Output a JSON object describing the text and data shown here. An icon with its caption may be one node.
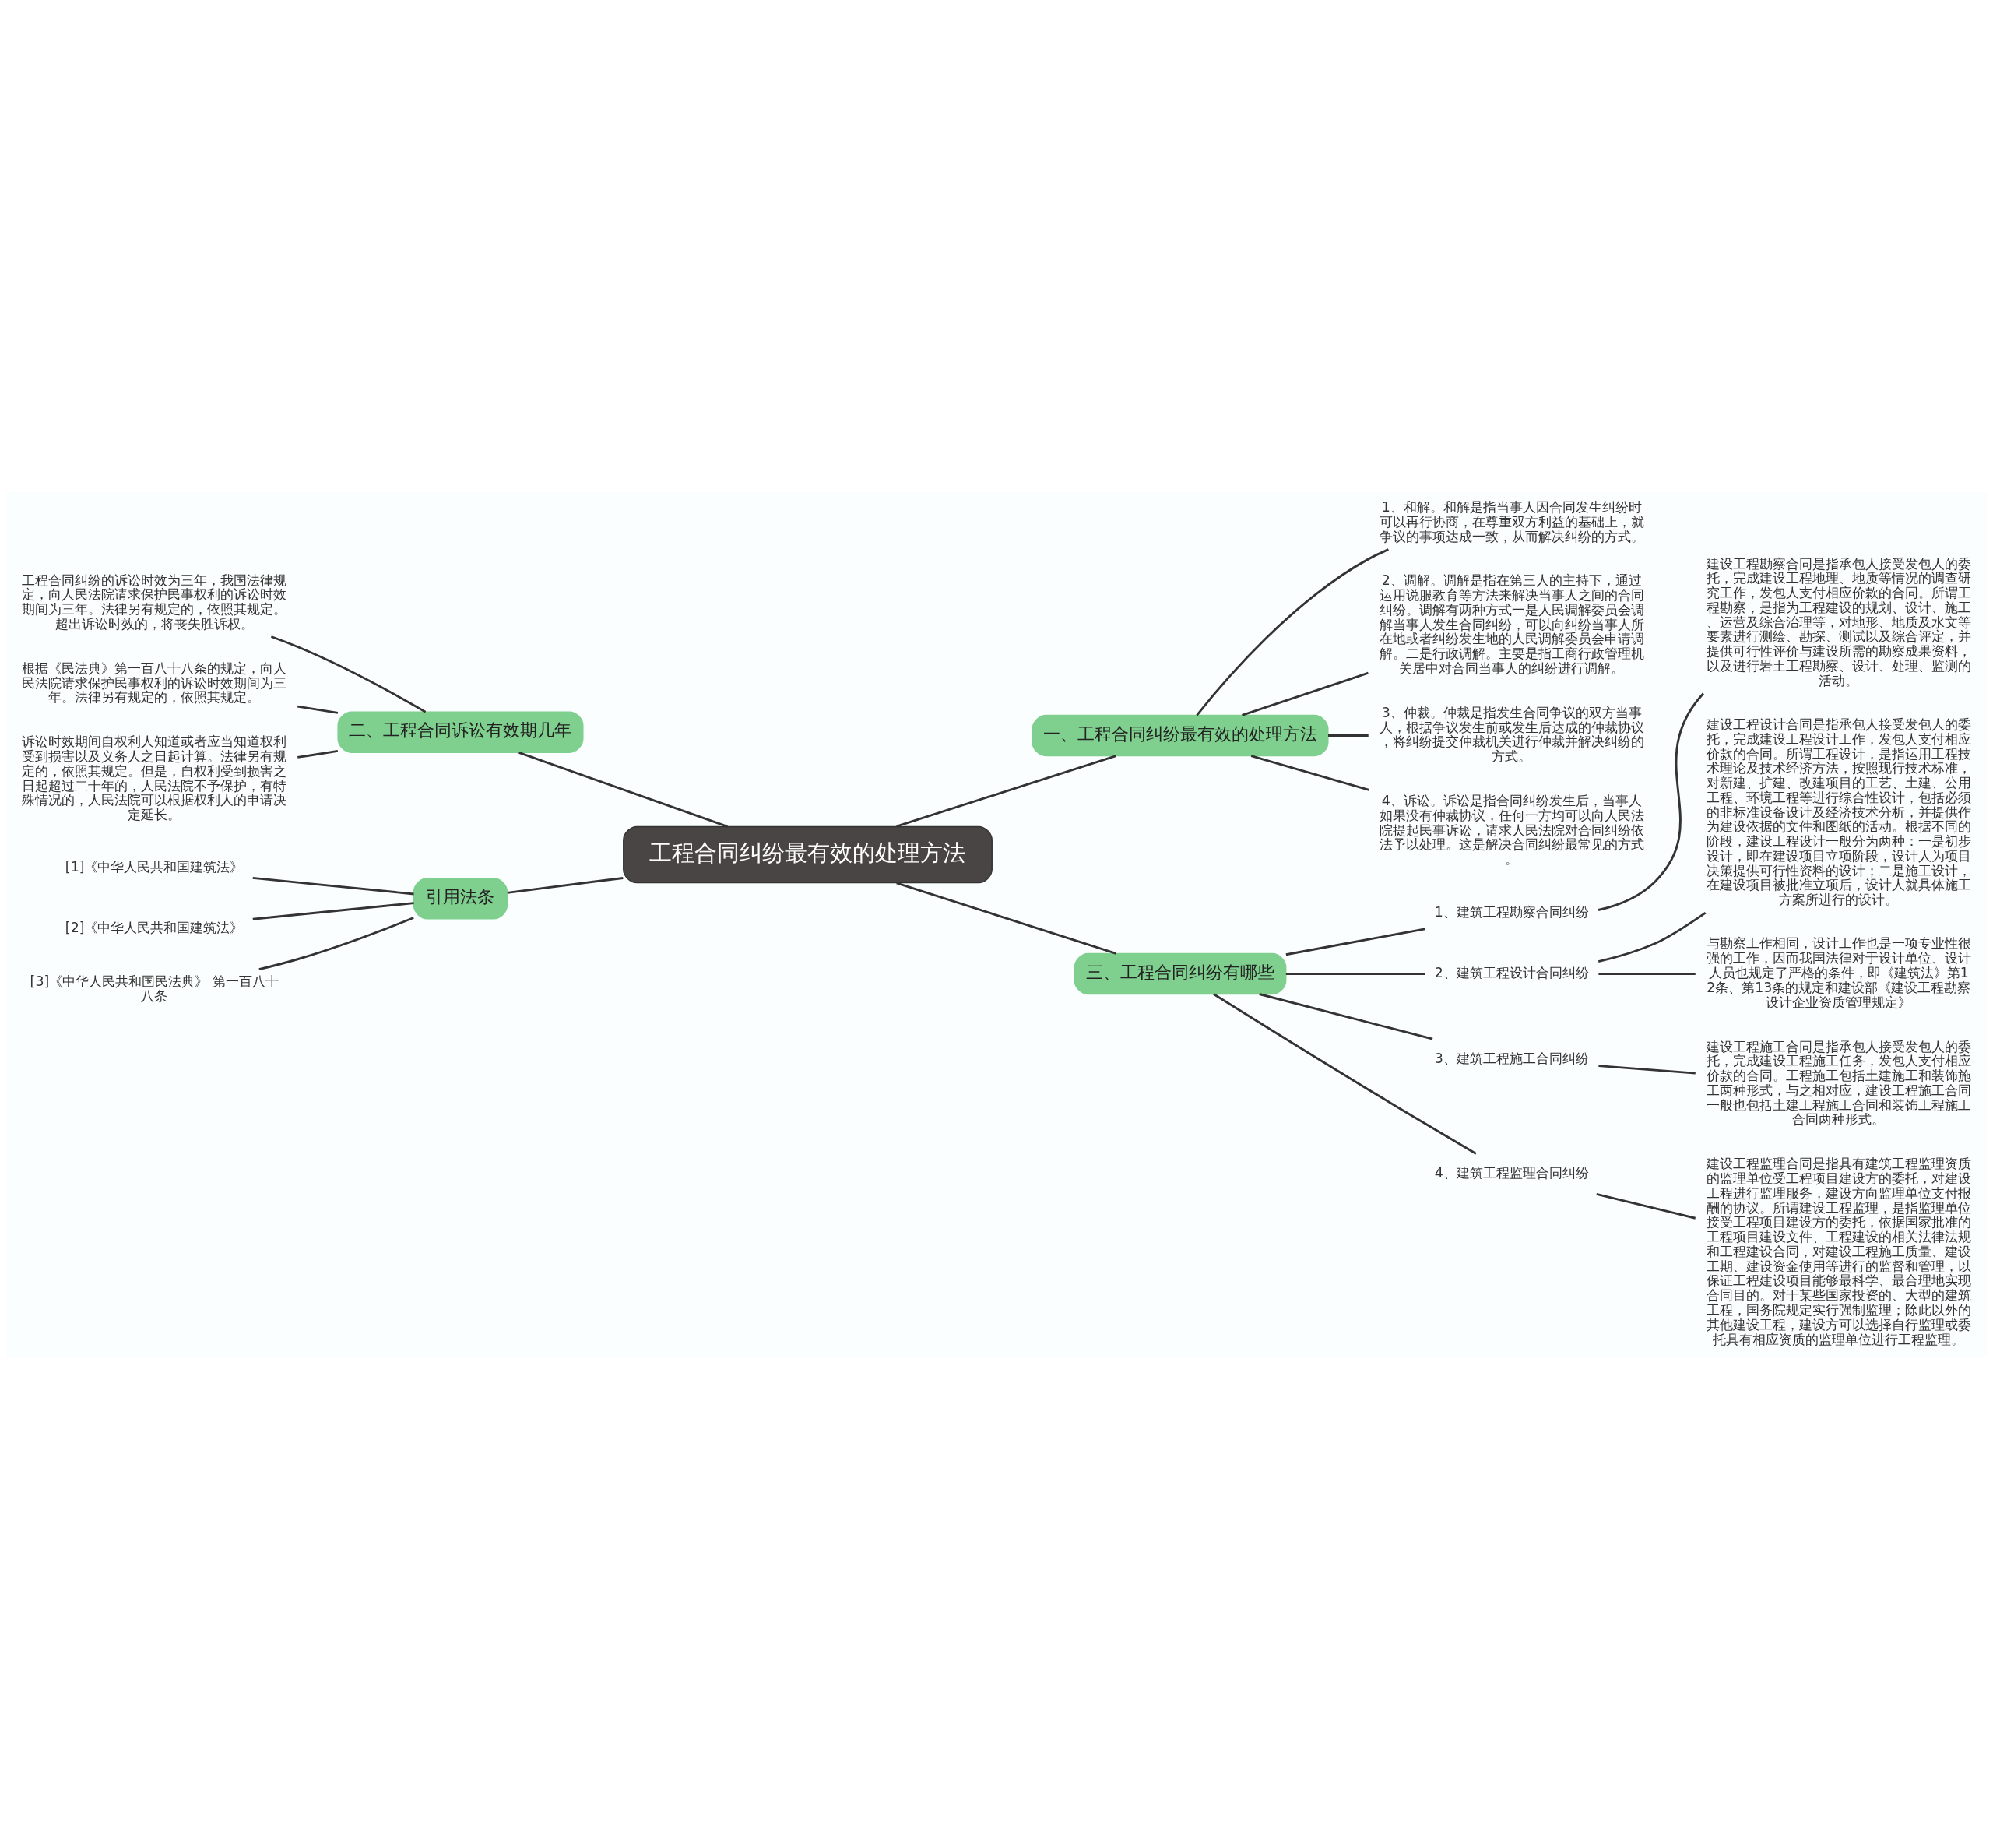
{
  "diagram": {
    "nodes": [
      {
        "text": [
          "工程合同纠纷最有效的处理方法"
        ]
      },
      {
        "text": [
          "一、工程合同纠纷最有效的处理方法"
        ]
      },
      {
        "text": [
          "1、和解。和解是指当事人因合同发生纠纷时可以再行协商，在尊重双方利益的基础上，就争议的事项达成一致，从而解决纠纷的方式。"
        ]
      },
      {
        "text": [
          "2、调解。调解是指在第三人的主持下，通过运用说服教育等方法来解决当事人之间的合同纠纷。调解有两种方式一是人民调解委员会调解当事人发生合同纠纷，可以向纠纷当事人所在地或者纠纷发生地的人民调解委员会申请调解。二是行政调解。主要是指工商行政管理机关居中对合同当事人的纠纷进行调解。"
        ]
      },
      {
        "text": [
          "3、仲裁。仲裁是指发生合同争议的双方当事人，根据争议发生前或发生后达成的仲裁协议，将纠纷提交仲裁机关进行仲裁并解决纠纷的方式。"
        ]
      },
      {
        "text": [
          "4、诉讼。诉讼是指合同纠纷发生后，当事人如果没有仲裁协议，任何一方均可以向人民法院提起民事诉讼，请求人民法院对合同纠纷依法予以处理。这是解决合同纠纷最常见的方式。"
        ]
      },
      {
        "text": [
          "二、工程合同诉讼有效期几年"
        ]
      },
      {
        "text": [
          "工程合同纠纷的诉讼时效为三年，我国法律规定，向人民法院请求保护民事权利的诉讼时效期间为三年。法律另有规定的，依照其规定。超出诉讼时效的，将丧失胜诉权。"
        ]
      },
      {
        "text": [
          "根据《民法典》第一百八十八条的规定，向人民法院请求保护民事权利的诉讼时效期间为三年。法律另有规定的，依照其规定。"
        ]
      },
      {
        "text": [
          "诉讼时效期间自权利人知道或者应当知道权利受到损害以及义务人之日起计算。法律另有规定的，依照其规定。但是，自权利受到损害之日起超过二十年的，人民法院不予保护，有特殊情况的，人民法院可以根据权利人的申请决定延长。"
        ]
      },
      {
        "text": [
          "引用法条"
        ]
      },
      {
        "text": [
          "[1]《中华人民共和国建筑法》"
        ]
      },
      {
        "text": [
          "[2]《中华人民共和国建筑法》"
        ]
      },
      {
        "text": [
          "[3]《中华人民共和国民法典》 第一百八十八条"
        ]
      },
      {
        "text": [
          "三、工程合同纠纷有哪些"
        ]
      },
      {
        "text": [
          "1、建筑工程勘察合同纠纷"
        ]
      },
      {
        "text": [
          "建设工程勘察合同是指承包人接受发包人的委托，完成建设工程地理、地质等情况的调查研究工作，发包人支付相应价款的合同。所谓工程勘察，是指为工程建设的规划、设计、施工、运营及综合治理等，对地形、地质及水文等要素进行测绘、勘探、测试以及综合评定，并提供可行性评价与建设所需的勘察成果资料，以及进行岩土工程勘察、设计、处理、监测的活动。"
        ]
      },
      {
        "text": [
          "2、建筑工程设计合同纠纷"
        ]
      },
      {
        "text": [
          "建设工程设计合同是指承包人接受发包人的委托，完成建设工程设计工作，发包人支付相应价款的合同。所谓工程设计，是指运用工程技术理论及技术经济方法，按照现行技术标准，对新建、扩建、改建项目的工艺、土建、公用工程、环境工程等进行综合性设计，包括必须的非标准设备设计及经济技术分析，并提供作为建设依据的文件和图纸的活动。根据不同的阶段，建设工程设计一般分为两种：一是初步设计，即在建设项目立项阶段，设计人为项目决策提供可行性资料的设计；二是施工设计，在建设项目被批准立项后，设计人就具体施工方案所进行的设计。"
        ]
      },
      {
        "text": [
          "与勘察工作相同，设计工作也是一项专业性很强的工作，因而我国法律对于设计单位、设计人员也规定了严格的条件，即《建筑法》第12条、第13条的规定和建设部《建设工程勘察设计企业资质管理规定》"
        ]
      },
      {
        "text": [
          "3、建筑工程施工合同纠纷"
        ]
      },
      {
        "text": [
          "建设工程施工合同是指承包人接受发包人的委托，完成建设工程施工任务，发包人支付相应价款的合同。工程施工包括土建施工和装饰施工两种形式，与之相对应，建设工程施工合同一般也包括土建工程施工合同和装饰工程施工合同两种形式。"
        ]
      },
      {
        "text": [
          "4、建筑工程监理合同纠纷"
        ]
      },
      {
        "text": [
          "建设工程监理合同是指具有建筑工程监理资质的监理单位受工程项目建设方的委托，对建设工程进行监理服务，建设方向监理单位支付报酬的协议。所谓建设工程监理，是指监理单位接受工程项目建设方的委托，依据国家批准的工程项目建设文件、工程建设的相关法律法规和工程建设合同，对建设工程施工质量、建设工期、建设资金使用等进行的监督和管理，以保证工程建设项目能够最科学、最合理地实现合同目的。对于某些国家投资的、大型的建筑工程，国务院规定实行强制监理；除此以外的其他建设工程，建设方可以选择自行监理或委托具有相应资质的监理单位进行工程监理。"
        ]
      }
    ],
    "edges": [
      {
        "from": 0,
        "to": 1,
        "arrow": "none"
      },
      {
        "from": 1,
        "to": 2,
        "arrow": "none"
      },
      {
        "from": 1,
        "to": 3,
        "arrow": "none"
      },
      {
        "from": 1,
        "to": 4,
        "arrow": "none"
      },
      {
        "from": 1,
        "to": 5,
        "arrow": "none"
      },
      {
        "from": 0,
        "to": 6,
        "arrow": "none"
      },
      {
        "from": 6,
        "to": 7,
        "arrow": "none"
      },
      {
        "from": 6,
        "to": 8,
        "arrow": "none"
      },
      {
        "from": 6,
        "to": 9,
        "arrow": "none"
      },
      {
        "from": 0,
        "to": 10,
        "arrow": "none"
      },
      {
        "from": 10,
        "to": 11,
        "arrow": "none"
      },
      {
        "from": 10,
        "to": 12,
        "arrow": "none"
      },
      {
        "from": 10,
        "to": 13,
        "arrow": "none"
      },
      {
        "from": 0,
        "to": 14,
        "arrow": "none"
      },
      {
        "from": 14,
        "to": 15,
        "arrow": "none"
      },
      {
        "from": 15,
        "to": 16,
        "arrow": "none"
      },
      {
        "from": 14,
        "to": 17,
        "arrow": "none"
      },
      {
        "from": 17,
        "to": 18,
        "arrow": "none"
      },
      {
        "from": 17,
        "to": 19,
        "arrow": "none"
      },
      {
        "from": 14,
        "to": 20,
        "arrow": "none"
      },
      {
        "from": 20,
        "to": 21,
        "arrow": "none"
      },
      {
        "from": 14,
        "to": 22,
        "arrow": "none"
      },
      {
        "from": 22,
        "to": 23,
        "arrow": "none"
      }
    ]
  }
}
